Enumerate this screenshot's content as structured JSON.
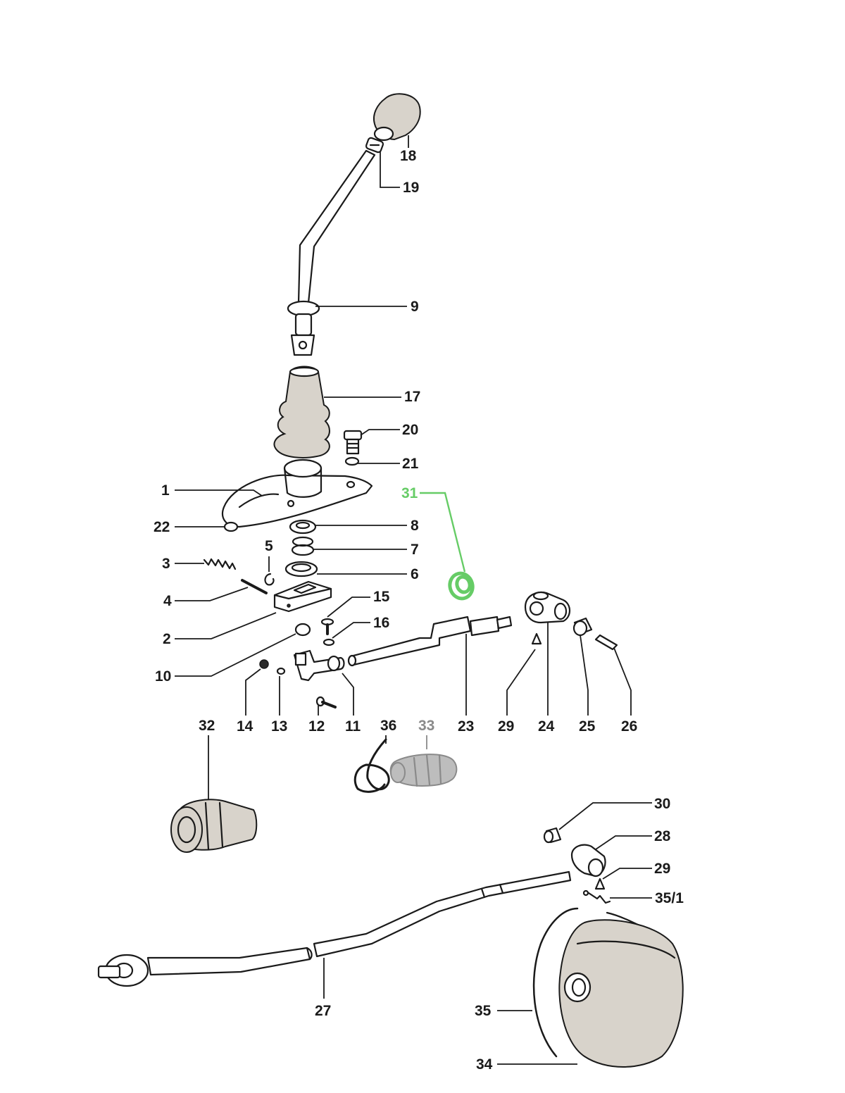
{
  "callouts": {
    "c1": "1",
    "c2": "2",
    "c3": "3",
    "c4": "4",
    "c5": "5",
    "c6": "6",
    "c7": "7",
    "c8": "8",
    "c9": "9",
    "c10": "10",
    "c11": "11",
    "c12": "12",
    "c13": "13",
    "c14": "14",
    "c15": "15",
    "c16": "16",
    "c17": "17",
    "c18": "18",
    "c19": "19",
    "c20": "20",
    "c21": "21",
    "c22": "22",
    "c23": "23",
    "c24": "24",
    "c25": "25",
    "c26": "26",
    "c27": "27",
    "c28": "28",
    "c29a": "29",
    "c29b": "29",
    "c30": "30",
    "c31": "31",
    "c32": "32",
    "c33": "33",
    "c34": "34",
    "c35": "35",
    "c35_1": "35/1",
    "c36": "36"
  },
  "highlight": {
    "part": "31",
    "color": "#66cc66"
  },
  "dimmed": {
    "part": "33",
    "color": "#8a8a8a"
  }
}
